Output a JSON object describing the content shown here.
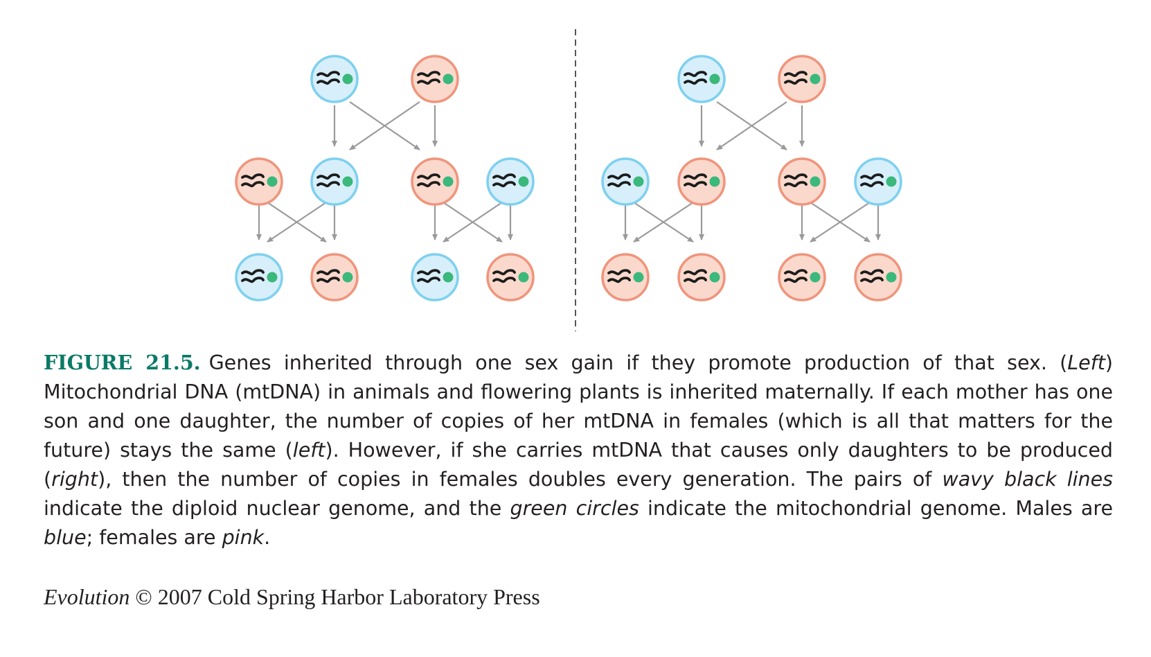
{
  "colors": {
    "male_fill": "#d6effa",
    "male_stroke": "#7ed0ef",
    "female_fill": "#fad9cc",
    "female_stroke": "#f0947c",
    "mito_green": "#3bb87b",
    "arrow": "#9a9a9a",
    "divider": "#555555",
    "label_teal": "#0a7a67"
  },
  "legend_icons": [
    "nuclear-genome-wavy-lines",
    "mitochondrial-genome-green-dot"
  ],
  "panels": [
    {
      "name": "left",
      "generations": [
        [
          "male",
          "female"
        ],
        [
          "female",
          "male",
          "female",
          "male"
        ],
        [
          "male",
          "female",
          "male",
          "female"
        ]
      ]
    },
    {
      "name": "right",
      "generations": [
        [
          "male",
          "female"
        ],
        [
          "male",
          "female",
          "female",
          "male"
        ],
        [
          "female",
          "female",
          "female",
          "female"
        ]
      ]
    }
  ],
  "caption": {
    "label": "FIGURE 21.5.",
    "s1": "Genes inherited through one sex gain if they promote production of that sex. (",
    "s1_i": "Left",
    "s2": ") Mitochondrial DNA (mtDNA) in animals and flowering plants is inherited maternally. If each mother has one son and one daughter, the number of copies of her mtDNA in females (which is all that matters for the future) stays the same (",
    "s2_i": "left",
    "s3": "). However, if she carries mtDNA that causes only daughters to be produced (",
    "s3_i": "right",
    "s4": "), then the number of copies in females doubles every generation. The pairs of ",
    "s4_i": "wavy black lines",
    "s5": " indicate the diploid nuclear genome, and the ",
    "s5_i": "green circles",
    "s6": " indicate the mitochondrial genome. Males are ",
    "s6_i": "blue",
    "s7": "; females are ",
    "s7_i": "pink",
    "s8": "."
  },
  "credit": {
    "title": "Evolution",
    "rest": " © 2007 Cold Spring Harbor Laboratory Press"
  }
}
